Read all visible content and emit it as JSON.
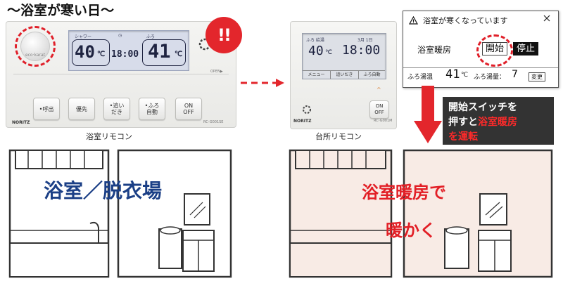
{
  "title": "〜浴室が寒い日〜",
  "bath_remote": {
    "eco_label": "eco·karat",
    "lcd": {
      "shower_label": "シャワー",
      "bath_label": "ふろ",
      "shower_temp": "40",
      "unit": "℃",
      "time": "18:00",
      "bath_temp": "41"
    },
    "open_label": "OPEN▶",
    "brand": "NORITZ",
    "model": "RC-G001SE",
    "alert": "!!",
    "buttons": [
      {
        "label": "•呼出"
      },
      {
        "label": "優先"
      },
      {
        "label": "•追い\nだき"
      },
      {
        "label": "•ふろ\n自動"
      },
      {
        "label": "ON\nOFF"
      }
    ],
    "caption": "浴室リモコン"
  },
  "kitchen_remote": {
    "lcd": {
      "bath_label": "ふろ 給湯",
      "date": "3月 1日",
      "temp": "40",
      "unit": "℃",
      "time": "18:00",
      "tabs": [
        "メニュー",
        "追いだき",
        "ふろ自動"
      ]
    },
    "brand": "NORITZ",
    "model": "RC-G001M",
    "onoff": "ON\nOFF",
    "caption": "台所リモコン"
  },
  "popup": {
    "title": "浴室が寒くなっています",
    "heater_label": "浴室暖房",
    "start": "開始",
    "stop": "停止",
    "bath_temp_label": "ふろ湯温",
    "bath_temp_value": "41",
    "unit": "℃",
    "water_level_label": "ふろ湯量：",
    "water_level_value": "7",
    "set_button": "変更"
  },
  "info_box": {
    "line1": "開始スイッチを",
    "line2a": "押すと",
    "line2b": "浴室暖房",
    "line3": "を運転"
  },
  "rooms": {
    "left_label": "浴室／脱衣場",
    "right_label_1": "浴室暖房で",
    "right_label_2": "暖かく"
  },
  "colors": {
    "accent_red": "#e3262c",
    "label_blue": "#1b3f86",
    "warm_room": "#f8ebe5"
  }
}
